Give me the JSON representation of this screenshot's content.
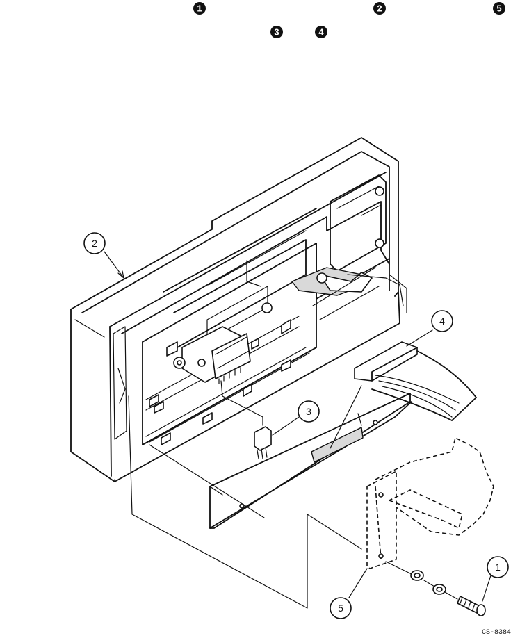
{
  "header_badges": [
    {
      "label": "1"
    },
    {
      "label": "2"
    },
    {
      "label": "5"
    },
    {
      "label": "3"
    },
    {
      "label": "4"
    }
  ],
  "callouts": [
    {
      "label": "1"
    },
    {
      "label": "2"
    },
    {
      "label": "3"
    },
    {
      "label": "4"
    },
    {
      "label": "5"
    }
  ],
  "figure_id": "CS-8384",
  "colors": {
    "ink": "#111111",
    "shade": "#d9d9d9",
    "paper": "#ffffff"
  }
}
